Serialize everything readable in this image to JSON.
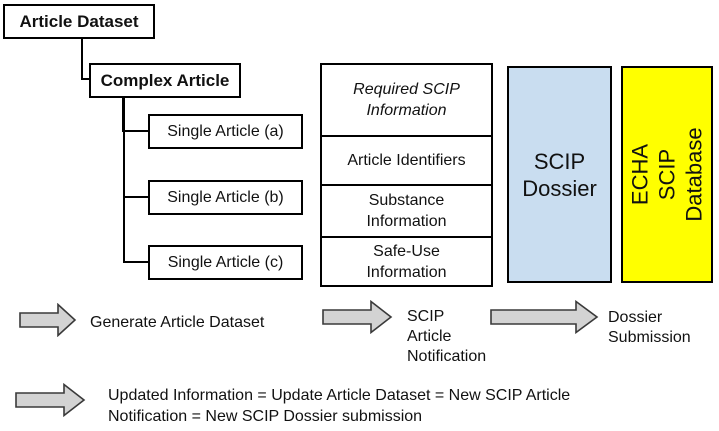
{
  "tree": {
    "article_dataset": "Article Dataset",
    "complex_article": "Complex Article",
    "single_articles": [
      {
        "label": "Single Article (a)"
      },
      {
        "label": "Single Article (b)"
      },
      {
        "label": "Single Article (c)"
      }
    ]
  },
  "info_table": {
    "header": "Required SCIP\nInformation",
    "rows": [
      {
        "label": "Article Identifiers"
      },
      {
        "label": "Substance\nInformation"
      },
      {
        "label": "Safe-Use\nInformation"
      }
    ]
  },
  "dossier_box": {
    "label": "SCIP\nDossier"
  },
  "database_box": {
    "label": "ECHA SCIP\nDatabase"
  },
  "flow": {
    "generate_label": "Generate Article Dataset",
    "notification_label": "SCIP\nArticle\nNotification",
    "submission_label": "Dossier\nSubmission",
    "update_note": "Updated Information = Update Article Dataset = New SCIP Article\nNotification = New SCIP Dossier submission"
  },
  "colors": {
    "dossier_fill": "#C9DDF0",
    "database_fill": "#FFFF00",
    "arrow_fill": "#D3D3D3",
    "arrow_stroke": "#3A3A3A"
  }
}
